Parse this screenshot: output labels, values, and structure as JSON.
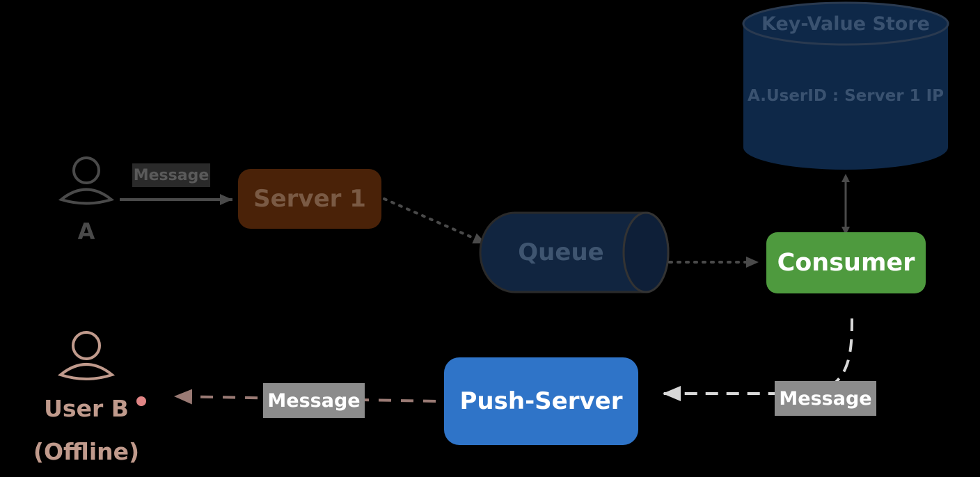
{
  "colors": {
    "background": "#000000",
    "dim_gray": "#4a4a4a",
    "dim_text": "#5a5a5a",
    "server1_fill": "#4a2208",
    "server1_text": "#7a5a44",
    "queue_fill": "#112540",
    "queue_text": "#3f5570",
    "kv_fill": "#0e2848",
    "kv_text": "#3a5270",
    "consumer_fill": "#4e9a3e",
    "push_fill": "#2f74c8",
    "white_text": "#ffffff",
    "label_box": "#8c8c8c",
    "userb": "#c09a8c",
    "userb_dot": "#e08585"
  },
  "nodes": {
    "user_a": {
      "label": "A",
      "icon": "user-icon"
    },
    "server1": {
      "label": "Server 1"
    },
    "queue": {
      "label": "Queue"
    },
    "consumer": {
      "label": "Consumer"
    },
    "kv_store": {
      "title": "Key-Value Store",
      "entry": "A.UserID : Server 1 IP"
    },
    "push_server": {
      "label": "Push-Server"
    },
    "user_b": {
      "label": "User B",
      "status": "(Offline)",
      "icon": "user-icon",
      "status_indicator": "offline-dot"
    }
  },
  "edges": {
    "a_to_server1": {
      "label": "Message"
    },
    "consumer_to_push": {
      "label": "Message"
    },
    "push_to_userb": {
      "label": "Message"
    }
  }
}
